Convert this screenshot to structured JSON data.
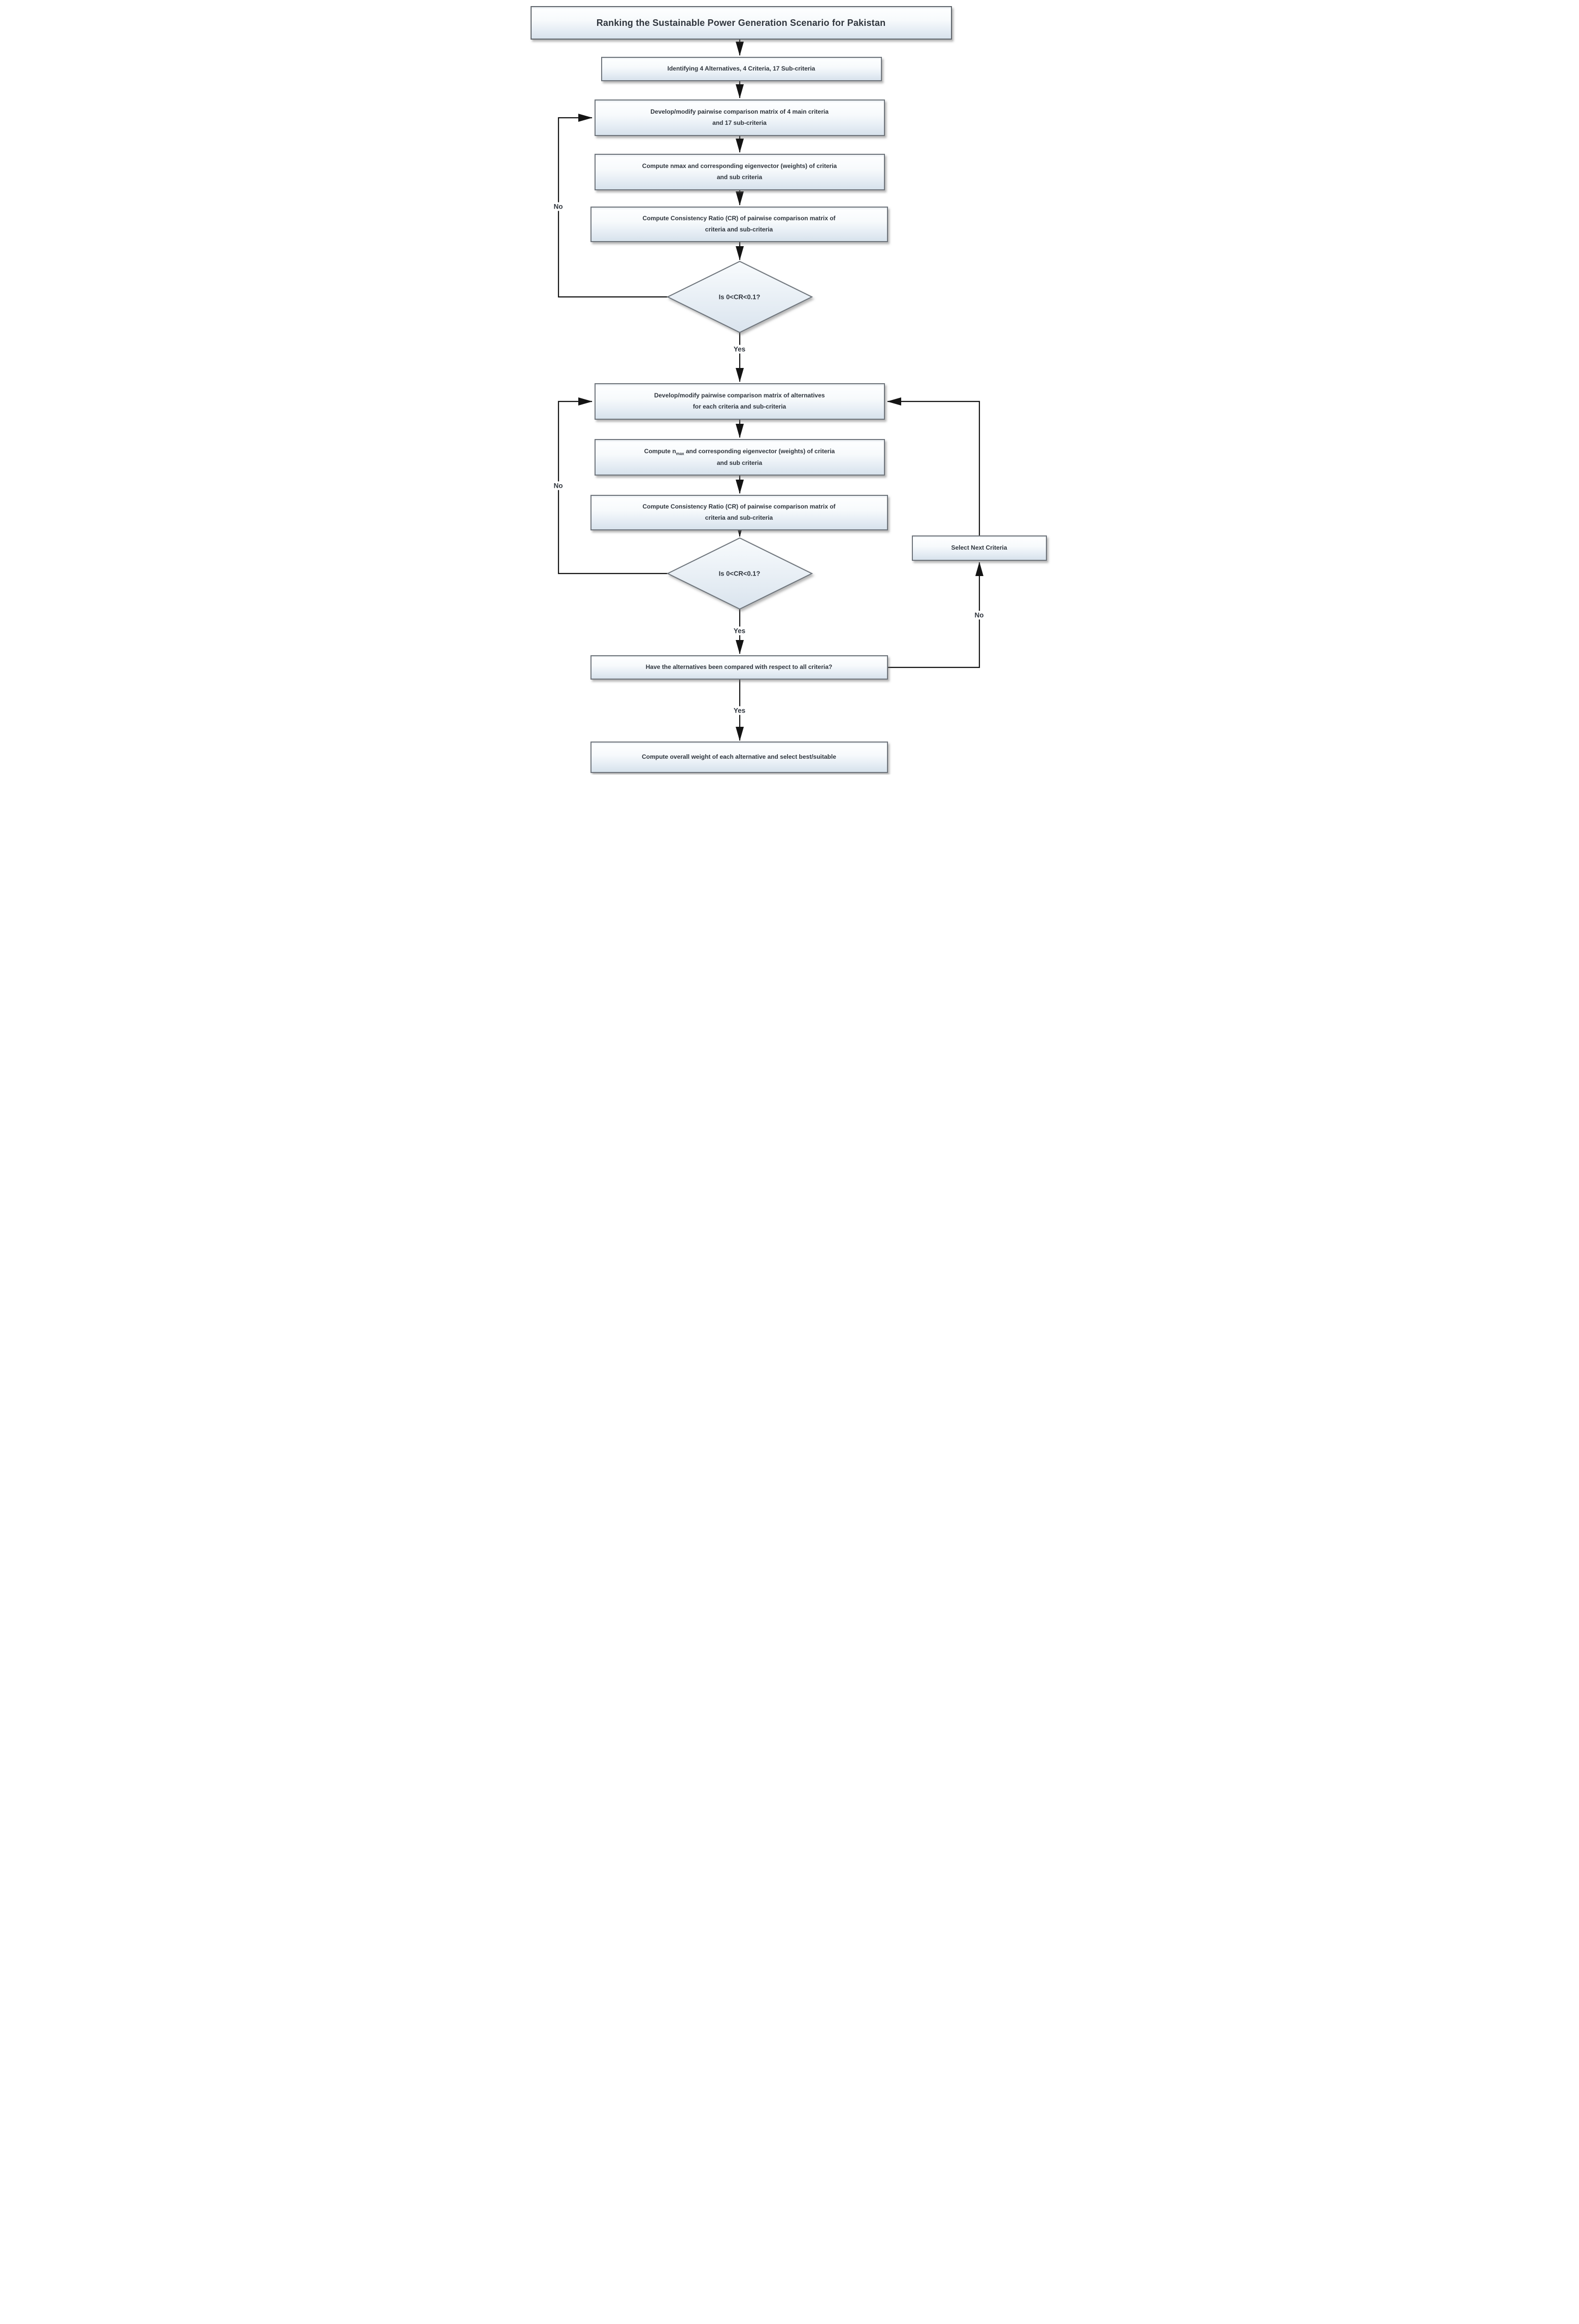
{
  "title": {
    "text": "Ranking the Sustainable Power Generation Scenario for Pakistan"
  },
  "nodes": {
    "identify": {
      "line1": "Identifying 4 Alternatives, 4 Criteria, 17 Sub-criteria"
    },
    "develop_criteria_matrix": {
      "line1": "Develop/modify pairwise comparison matrix of 4 main criteria",
      "line2": "and 17 sub-criteria"
    },
    "compute_nmax_criteria": {
      "line1": "Compute nmax and corresponding eigenvector (weights) of criteria",
      "line2": "and sub criteria"
    },
    "compute_cr_criteria": {
      "line1": "Compute Consistency Ratio (CR) of pairwise comparison matrix of",
      "line2": "criteria and sub-criteria"
    },
    "decision_cr_criteria": {
      "label": "Is 0<CR<0.1?"
    },
    "develop_alternatives_matrix": {
      "line1": "Develop/modify pairwise comparison matrix of alternatives",
      "line2": "for each criteria and sub-criteria"
    },
    "compute_nmax_alternatives": {
      "line1_pre": "Compute n",
      "line1_sub": "max",
      "line1_post": " and corresponding eigenvector (weights) of criteria",
      "line2": "and sub criteria"
    },
    "compute_cr_alternatives": {
      "line1": "Compute Consistency Ratio (CR) of pairwise comparison matrix of",
      "line2": "criteria and sub-criteria"
    },
    "decision_cr_alternatives": {
      "label": "Is 0<CR<0.1?"
    },
    "select_next_criteria": {
      "line1": "Select Next Criteria"
    },
    "all_criteria_check": {
      "line1": "Have the alternatives been compared with respect to all criteria?"
    },
    "compute_overall": {
      "line1": "Compute overall weight of each alternative and select best/suitable"
    }
  },
  "edge_labels": {
    "no_criteria_loop": "No",
    "yes_criteria": "Yes",
    "no_alternatives_loop": "No",
    "yes_alternatives": "Yes",
    "no_next_criteria": "No",
    "yes_all_compared": "Yes"
  },
  "colors": {
    "box_border": "#6e747b",
    "box_gradient_top": "#f8fbfd",
    "box_gradient_bottom": "#dae4ee",
    "text": "#2f353d",
    "line": "#141414",
    "bg": "#ffffff"
  }
}
